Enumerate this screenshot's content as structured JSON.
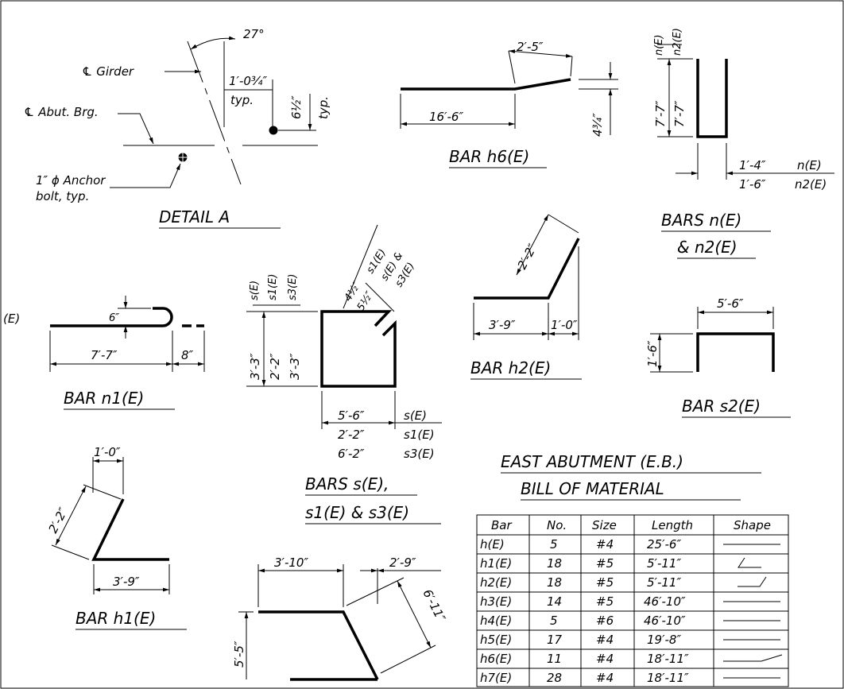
{
  "detail_a": {
    "angle": "27°",
    "girder": "℄ Girder",
    "abutment": "℄ Abut. Brg.",
    "offset_horizontal": "1′-0¾″",
    "offset_horizontal_note": "typ.",
    "offset_vertical": "6½″",
    "offset_vertical_note": "typ.",
    "anchor_line1": "1″ ϕ Anchor",
    "anchor_line2": "bolt, typ.",
    "title": "DETAIL A"
  },
  "bar_h6": {
    "incline": "2′-5″",
    "straight": "16′-6″",
    "rise": "4¾″",
    "title": "BAR h6(E)"
  },
  "bars_n": {
    "label_n": "n(E)",
    "label_n2": "n2(E)",
    "height_n": "7′-7″",
    "height_n2": "7′-7″",
    "width_n": "1′-4″",
    "width_n_tag": "n(E)",
    "width_n2": "1′-6″",
    "width_n2_tag": "n2(E)",
    "title_line1": "BARS n(E)",
    "title_line2": "& n2(E)"
  },
  "left_edge_label": "(E)",
  "bar_n1": {
    "hook": "6″",
    "length": "7′-7″",
    "tail": "8″",
    "title": "BAR n1(E)"
  },
  "bars_s": {
    "vert_tags": [
      "s(E)",
      "s1(E)",
      "s3(E)"
    ],
    "heights": [
      "3′-3″",
      "2′-2″",
      "3′-3″"
    ],
    "hook1": "4½″",
    "hook1_tag": "s1(E)",
    "hook2": "5½″",
    "hook2_tag": "s(E) &",
    "hook2_tag2": "s3(E)",
    "widths": [
      {
        "value": "5′-6″",
        "tag": "s(E)"
      },
      {
        "value": "2′-2″",
        "tag": "s1(E)"
      },
      {
        "value": "6′-2″",
        "tag": "s3(E)"
      }
    ],
    "title_line1": "BARS s(E),",
    "title_line2": "s1(E) & s3(E)"
  },
  "bar_h2": {
    "incline": "2′-2″",
    "base": "3′-9″",
    "offset": "1′-0″",
    "title": "BAR h2(E)"
  },
  "bar_s2": {
    "width": "5′-6″",
    "height": "1′-6″",
    "title": "BAR s2(E)"
  },
  "bar_h1": {
    "top": "1′-0″",
    "incline": "2′-2″",
    "base": "3′-9″",
    "title": "BAR h1(E)"
  },
  "bar_h7": {
    "top": "3′-10″",
    "right": "2′-9″",
    "incline": "6′-11″",
    "height": "5′-5″"
  },
  "bill": {
    "title_line1": "EAST ABUTMENT (E.B.)",
    "title_line2": "BILL OF MATERIAL",
    "headers": [
      "Bar",
      "No.",
      "Size",
      "Length",
      "Shape"
    ],
    "rows": [
      {
        "bar": "h(E)",
        "no": "5",
        "size": "#4",
        "length": "25′-6″",
        "shape": "straight"
      },
      {
        "bar": "h1(E)",
        "no": "18",
        "size": "#5",
        "length": "5′-11″",
        "shape": "hook-left"
      },
      {
        "bar": "h2(E)",
        "no": "18",
        "size": "#5",
        "length": "5′-11″",
        "shape": "hook-right"
      },
      {
        "bar": "h3(E)",
        "no": "14",
        "size": "#5",
        "length": "46′-10″",
        "shape": "straight"
      },
      {
        "bar": "h4(E)",
        "no": "5",
        "size": "#6",
        "length": "46′-10″",
        "shape": "straight"
      },
      {
        "bar": "h5(E)",
        "no": "17",
        "size": "#4",
        "length": "19′-8″",
        "shape": "straight"
      },
      {
        "bar": "h6(E)",
        "no": "11",
        "size": "#4",
        "length": "18′-11″",
        "shape": "bent-up"
      },
      {
        "bar": "h7(E)",
        "no": "28",
        "size": "#4",
        "length": "18′-11″",
        "shape": "straight"
      }
    ]
  }
}
